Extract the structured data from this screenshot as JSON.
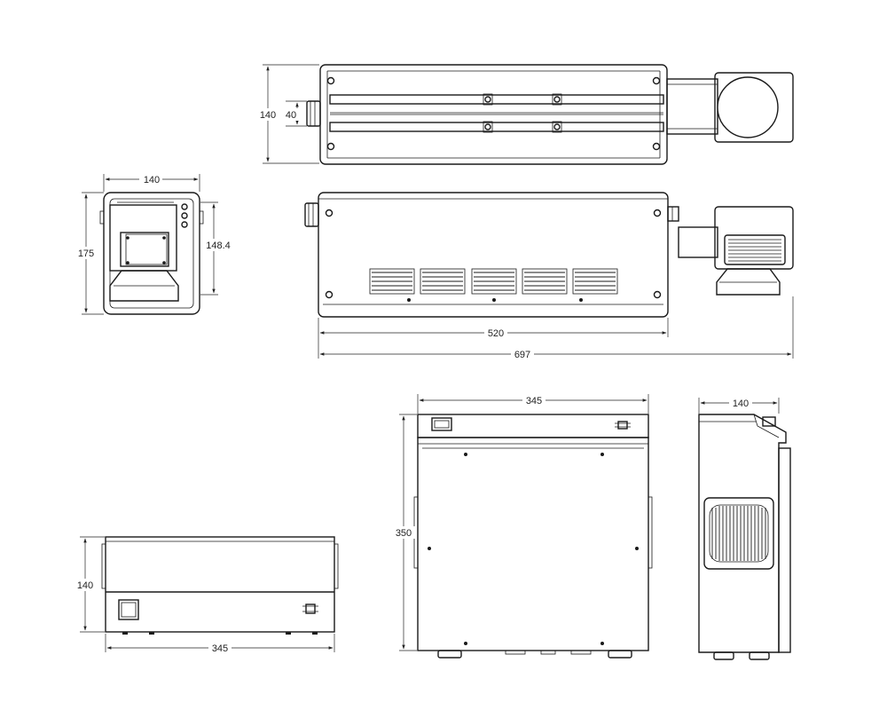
{
  "drawing": {
    "views": {
      "head_top": {
        "dim_height": "140",
        "dim_slot": "40"
      },
      "head_end": {
        "dim_width": "140",
        "dim_height": "175",
        "dim_inner_height": "148.4"
      },
      "head_side": {
        "dim_body_length": "520",
        "dim_total_length": "697"
      },
      "cabinet_front": {
        "dim_height": "140",
        "dim_width": "345"
      },
      "cabinet_top": {
        "dim_width": "345",
        "dim_depth": "350"
      },
      "cabinet_side": {
        "dim_width": "140"
      }
    }
  }
}
